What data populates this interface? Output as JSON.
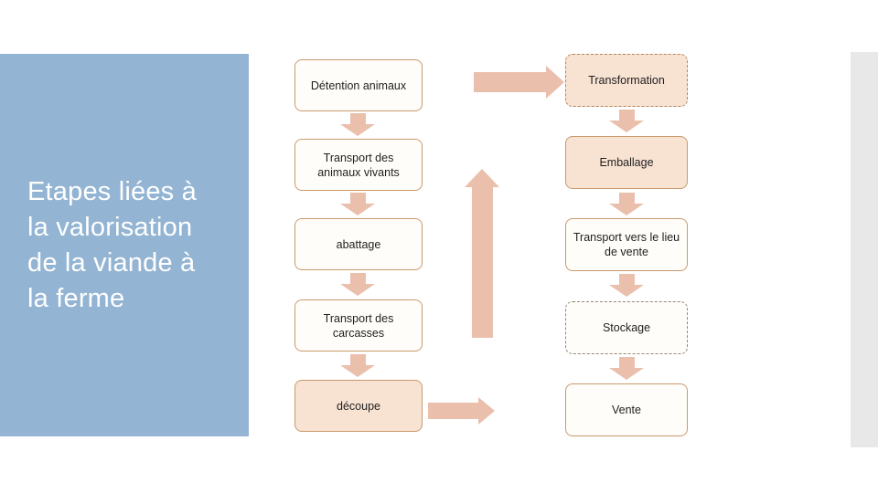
{
  "slide": {
    "title": "Etapes liées à la valorisation de la viande à la ferme",
    "title_lines": [
      "Etapes liées à",
      "la valorisation",
      "de la viande à",
      "la ferme"
    ]
  },
  "flow": {
    "farm_column": [
      {
        "label": "Détention animaux"
      },
      {
        "label": "Transport des animaux vivants"
      },
      {
        "label": "abattage"
      },
      {
        "label": "Transport des carcasses"
      },
      {
        "label": "découpe"
      }
    ],
    "processing_column": [
      {
        "label": "Transformation"
      },
      {
        "label": "Emballage"
      },
      {
        "label": "Transport vers le lieu de vente"
      },
      {
        "label": "Stockage"
      },
      {
        "label": "Vente"
      }
    ]
  },
  "colors": {
    "accent_blue": "#93b4d2",
    "side_bar_gray": "#e8e8e8",
    "arrow_salmon": "#eabfac",
    "box_fill_peach": "#f8e2d2",
    "box_fill_white": "#fffdf9",
    "box_border": "#c89a6e",
    "dashed_border_dark": "#b5855c",
    "dashed_border_gray": "#968779",
    "text_dark": "#1f1f1f",
    "title_white": "#ffffff"
  }
}
